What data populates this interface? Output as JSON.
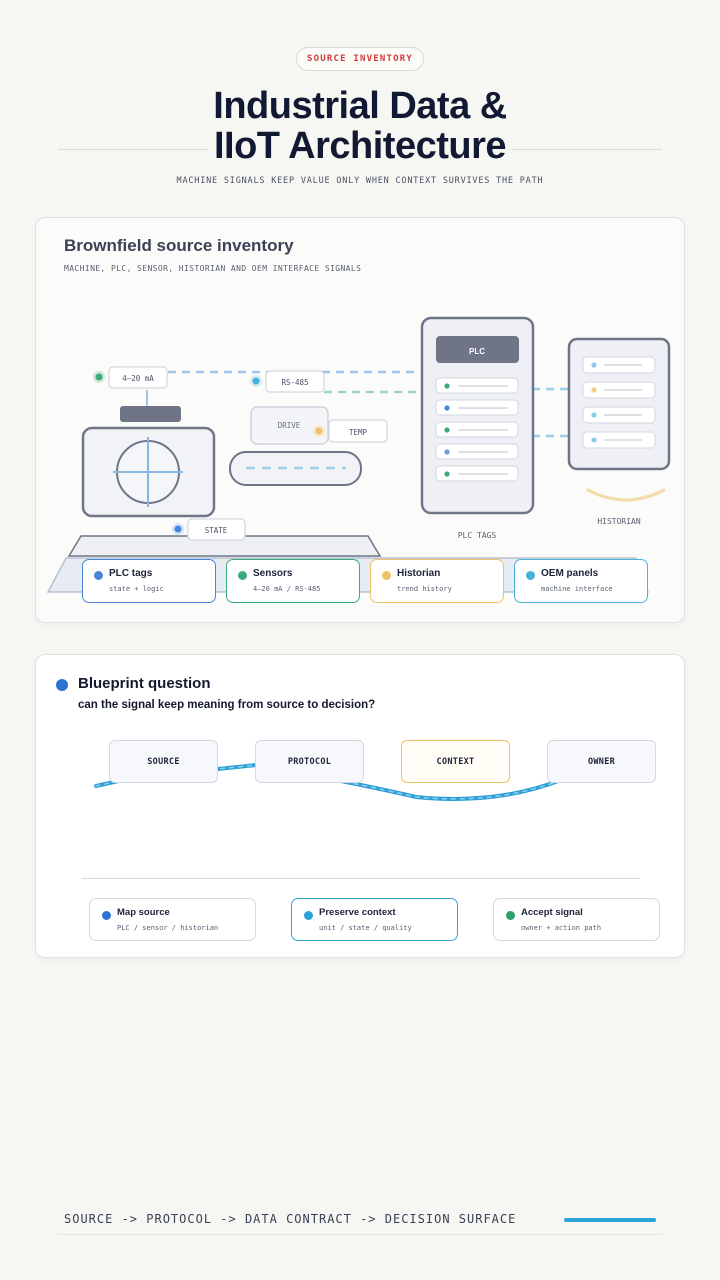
{
  "header": {
    "kicker": "SOURCE INVENTORY",
    "title_line1": "Industrial Data &",
    "title_line2": "IIoT Architecture",
    "subtitle": "MACHINE SIGNALS KEEP VALUE ONLY WHEN CONTEXT SURVIVES THE PATH"
  },
  "inventory": {
    "title": "Brownfield source inventory",
    "subtitle": "MACHINE, PLC, SENSOR, HISTORIAN AND OEM INTERFACE SIGNALS",
    "tags": {
      "analog": "4–20 mA",
      "serial": "RS-485",
      "drive": "DRIVE",
      "temp": "TEMP",
      "state": "STATE",
      "plc": "PLC",
      "plc_caption": "PLC TAGS",
      "historian_caption": "HISTORIAN"
    },
    "legend": [
      {
        "title": "PLC tags",
        "sub": "state + logic",
        "color": "#4a86d8"
      },
      {
        "title": "Sensors",
        "sub": "4–20 mA / RS-485",
        "color": "#3bab7c"
      },
      {
        "title": "Historian",
        "sub": "trend history",
        "color": "#efc26a"
      },
      {
        "title": "OEM panels",
        "sub": "machine interface",
        "color": "#4ab0dc"
      }
    ]
  },
  "blueprint": {
    "title": "Blueprint question",
    "question": "can the signal keep meaning from source to decision?",
    "stages": [
      "SOURCE",
      "PROTOCOL",
      "CONTEXT",
      "OWNER"
    ],
    "active_stage": "CONTEXT",
    "steps": [
      {
        "title": "Map source",
        "sub": "PLC / sensor / historian",
        "color": "#2a74d0"
      },
      {
        "title": "Preserve context",
        "sub": "unit / state / quality",
        "color": "#2aa4d6"
      },
      {
        "title": "Accept signal",
        "sub": "owner + action path",
        "color": "#2f9e6a"
      }
    ]
  },
  "footer": {
    "path": "SOURCE -> PROTOCOL -> DATA CONTRACT -> DECISION SURFACE"
  },
  "colors": {
    "accent_blue": "#2a74d0",
    "accent_cyan": "#2aa4d6",
    "accent_green": "#3bab7c",
    "accent_amber": "#efc26a",
    "kicker_red": "#d23a3a"
  }
}
